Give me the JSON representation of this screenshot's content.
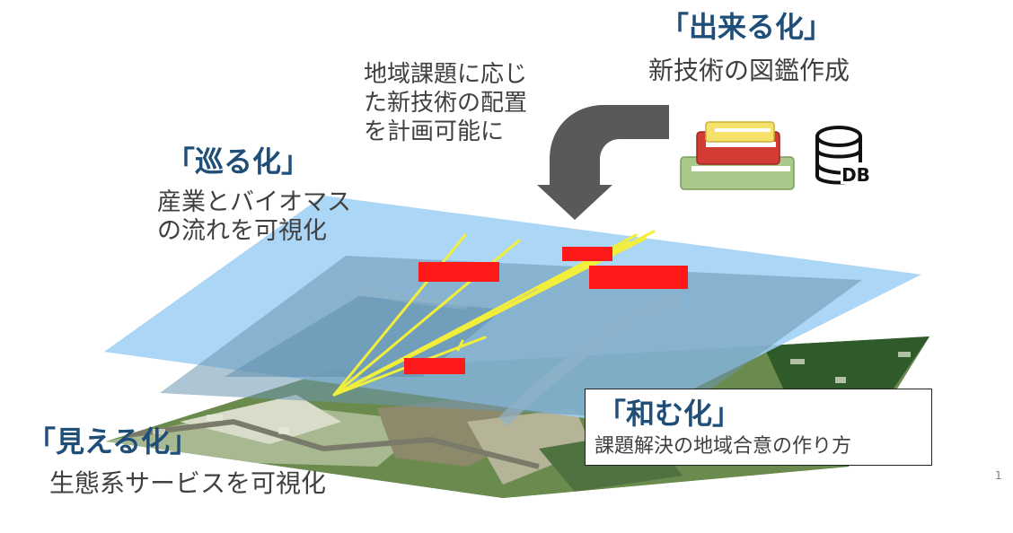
{
  "dekiru": {
    "heading": "「出来る化」",
    "desc": "新技術の図鑑作成"
  },
  "keikaku": {
    "lines": [
      "地域課題に応じ",
      "た新技術の配置",
      "を計画可能に"
    ]
  },
  "meguru": {
    "heading": "「巡る化」",
    "lines": [
      "産業とバイオマス",
      "の流れを可視化"
    ]
  },
  "mieru": {
    "heading": "「見える化」",
    "desc": "生態系サービスを可視化"
  },
  "wamu": {
    "heading": "「和む化」",
    "desc": "課題解決の地域合意の作り方"
  },
  "db_icon_label": "DB",
  "slide_number": "1",
  "icons": {
    "books": "books-icon",
    "database": "database-icon",
    "arrow": "curved-arrow-icon"
  },
  "colors": {
    "heading": "#1f4e79",
    "plane": "#9fd0f5",
    "flow_line": "#f2ee3c",
    "marker": "#ff1a1a",
    "arrow": "#595959"
  }
}
